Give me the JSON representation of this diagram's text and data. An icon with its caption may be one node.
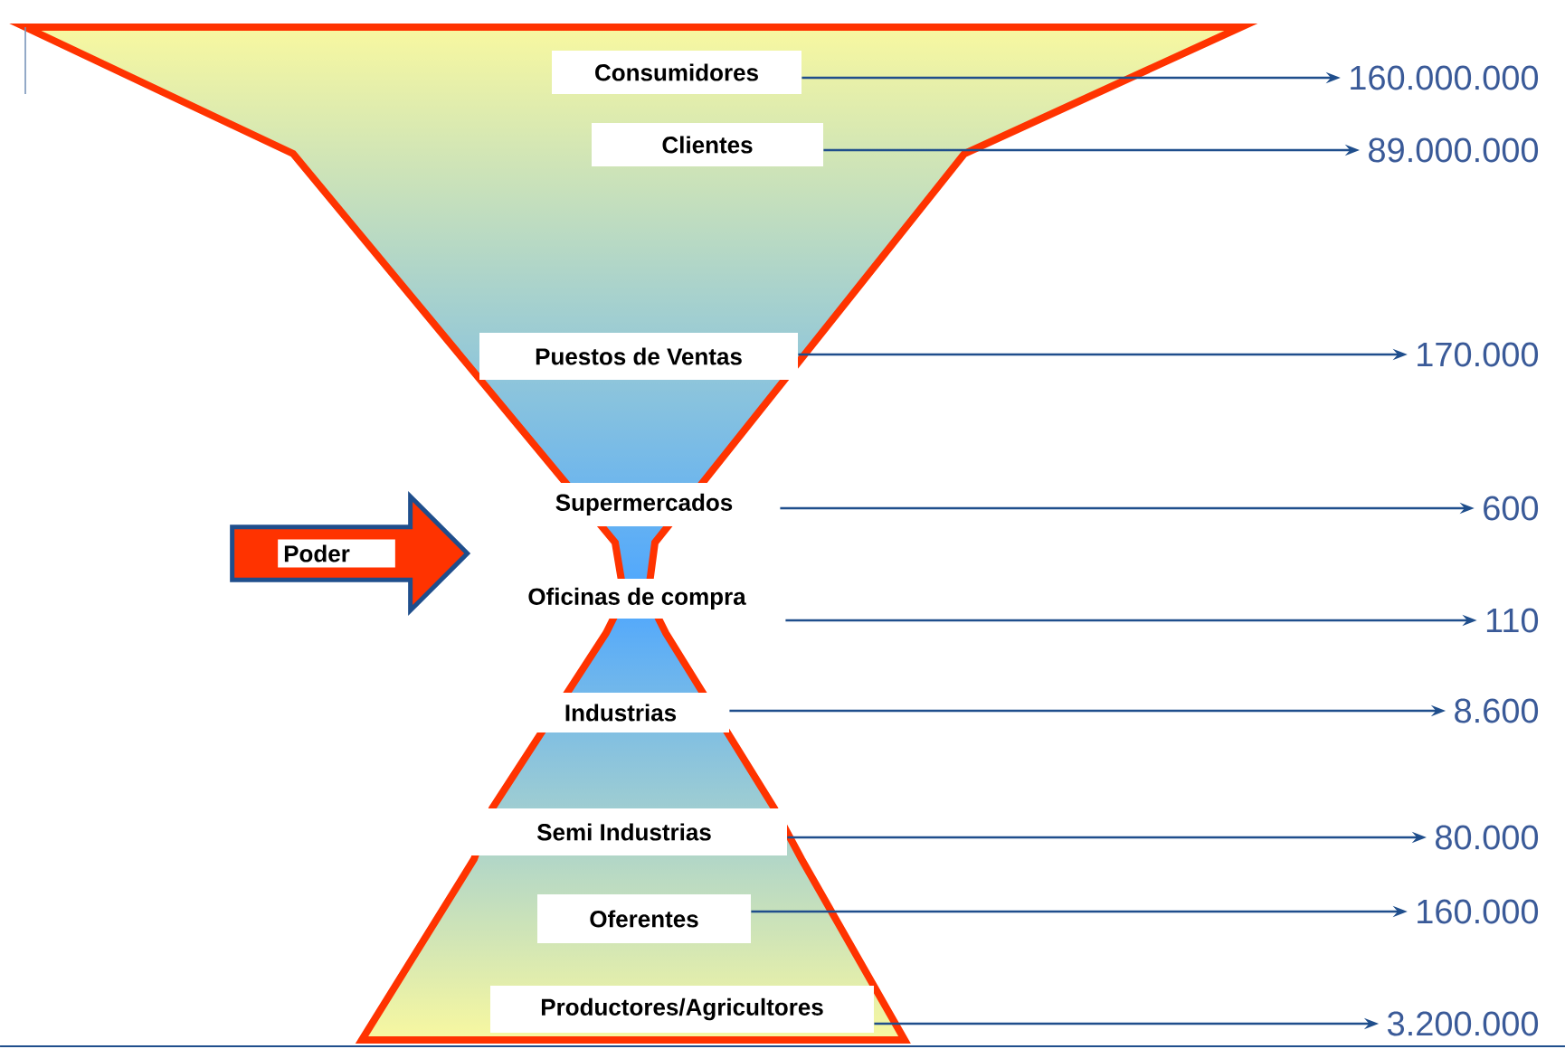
{
  "diagram": {
    "nodes": [
      {
        "text": [
          "Consumidores"
        ]
      },
      {
        "text": [
          "Clientes"
        ]
      },
      {
        "text": [
          "Puestos de Ventas"
        ]
      },
      {
        "text": [
          "Supermercados"
        ]
      },
      {
        "text": [
          "Oficinas de compra"
        ]
      },
      {
        "text": [
          "Industrias"
        ]
      },
      {
        "text": [
          "Semi Industrias"
        ]
      },
      {
        "text": [
          "Oferentes"
        ]
      },
      {
        "text": [
          "Productores/Agricultores"
        ]
      },
      {
        "text": [
          "Poder"
        ]
      },
      {
        "text": [
          "160.000.000"
        ]
      },
      {
        "text": [
          "89.000.000"
        ]
      },
      {
        "text": [
          "170.000"
        ]
      },
      {
        "text": [
          "600"
        ]
      },
      {
        "text": [
          "110"
        ]
      },
      {
        "text": [
          "8.600"
        ]
      },
      {
        "text": [
          "80.000"
        ]
      },
      {
        "text": [
          "160.000"
        ]
      },
      {
        "text": [
          "3.200.000"
        ]
      }
    ],
    "edges": [
      {
        "from": 0,
        "to": 10,
        "arrow": "to"
      },
      {
        "from": 1,
        "to": 11,
        "arrow": "to"
      },
      {
        "from": 2,
        "to": 12,
        "arrow": "to"
      },
      {
        "from": 3,
        "to": 13,
        "arrow": "to"
      },
      {
        "from": 4,
        "to": 14,
        "arrow": "to"
      },
      {
        "from": 5,
        "to": 15,
        "arrow": "to"
      },
      {
        "from": 6,
        "to": 16,
        "arrow": "to"
      },
      {
        "from": 7,
        "to": 17,
        "arrow": "to"
      },
      {
        "from": 8,
        "to": 18,
        "arrow": "to"
      }
    ]
  }
}
